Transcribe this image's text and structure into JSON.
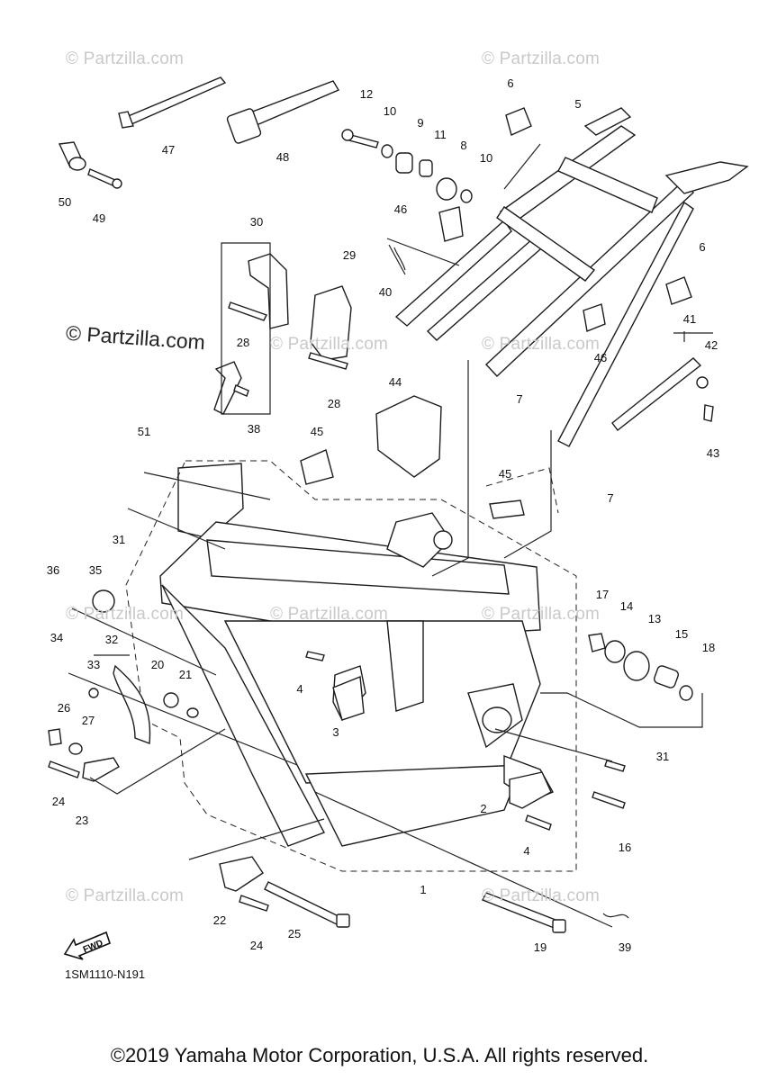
{
  "watermarks": [
    "© Partzilla.com",
    "© Partzilla.com",
    "© Partzilla.com",
    "© Partzilla.com",
    "© Partzilla.com",
    "© Partzilla.com",
    "© Partzilla.com",
    "© Partzilla.com",
    "© Partzilla.com"
  ],
  "watermark_main": "© Partzilla.com",
  "diagram_code": "1SM1110-N191",
  "fwd_label": "FWD",
  "copyright": "©2019 Yamaha Motor Corporation, U.S.A. All rights reserved.",
  "callouts": [
    "12",
    "10",
    "9",
    "11",
    "8",
    "10",
    "6",
    "5",
    "47",
    "48",
    "50",
    "49",
    "46",
    "30",
    "29",
    "40",
    "6",
    "28",
    "41",
    "42",
    "46",
    "28",
    "38",
    "43",
    "44",
    "7",
    "51",
    "45",
    "45",
    "31",
    "7",
    "36",
    "35",
    "17",
    "14",
    "13",
    "15",
    "18",
    "34",
    "32",
    "33",
    "20",
    "21",
    "4",
    "26",
    "27",
    "3",
    "24",
    "23",
    "31",
    "2",
    "4",
    "16",
    "1",
    "22",
    "24",
    "25",
    "19",
    "39"
  ]
}
